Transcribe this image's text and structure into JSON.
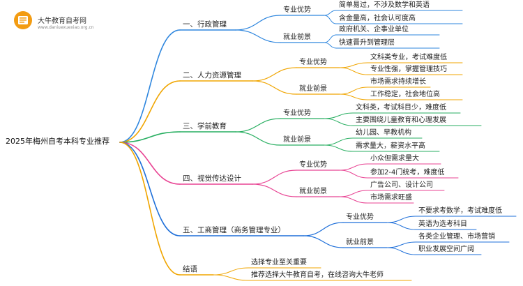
{
  "logo": {
    "text": "大牛教育自考网",
    "url": "www.daniuexuexiao.org.cn"
  },
  "root": "2025年梅州自考本科专业推荐",
  "branches": [
    {
      "label": "一、行政管理",
      "color": "#2e86de",
      "groups": [
        {
          "label": "专业优势",
          "items": [
            "简单易过，不涉及数学和英语",
            "含金量高，社会认可度高"
          ]
        },
        {
          "label": "就业前景",
          "items": [
            "政府机关、企事业单位",
            "快速晋升到管理层"
          ]
        }
      ]
    },
    {
      "label": "二、人力资源管理",
      "color": "#f0a500",
      "groups": [
        {
          "label": "专业优势",
          "items": [
            "文科类专业，考试难度低",
            "专业性强，掌握管理技巧"
          ]
        },
        {
          "label": "就业前景",
          "items": [
            "市场需求持续增长",
            "工作稳定，社会地位高"
          ]
        }
      ]
    },
    {
      "label": "三、学前教育",
      "color": "#27ae60",
      "groups": [
        {
          "label": "专业优势",
          "items": [
            "文科类，考试科目少，难度低",
            "主要围绕儿童教育和心理发展"
          ]
        },
        {
          "label": "就业前景",
          "items": [
            "幼儿园、早教机构",
            "需求量大，薪资水平高"
          ]
        }
      ]
    },
    {
      "label": "四、视觉传达设计",
      "color": "#e84393",
      "groups": [
        {
          "label": "专业优势",
          "items": [
            "小众但需求量大",
            "参加2-4门统考，难度低"
          ]
        },
        {
          "label": "就业前景",
          "items": [
            "广告公司、设计公司",
            "市场需求旺盛"
          ]
        }
      ]
    },
    {
      "label": "五、工商管理（商务管理专业）",
      "color": "#1e6fd9",
      "groups": [
        {
          "label": "专业优势",
          "items": [
            "不要求考数学，考试难度低",
            "英语为选考科目"
          ]
        },
        {
          "label": "就业前景",
          "items": [
            "各类企业管理、市场营销",
            "职业发展空间广阔"
          ]
        }
      ]
    },
    {
      "label": "结语",
      "color": "#f0a500",
      "groups": [],
      "items": [
        "选择专业至关重要",
        "推荐选择大牛教育自考，在线咨询大牛老师"
      ]
    }
  ]
}
